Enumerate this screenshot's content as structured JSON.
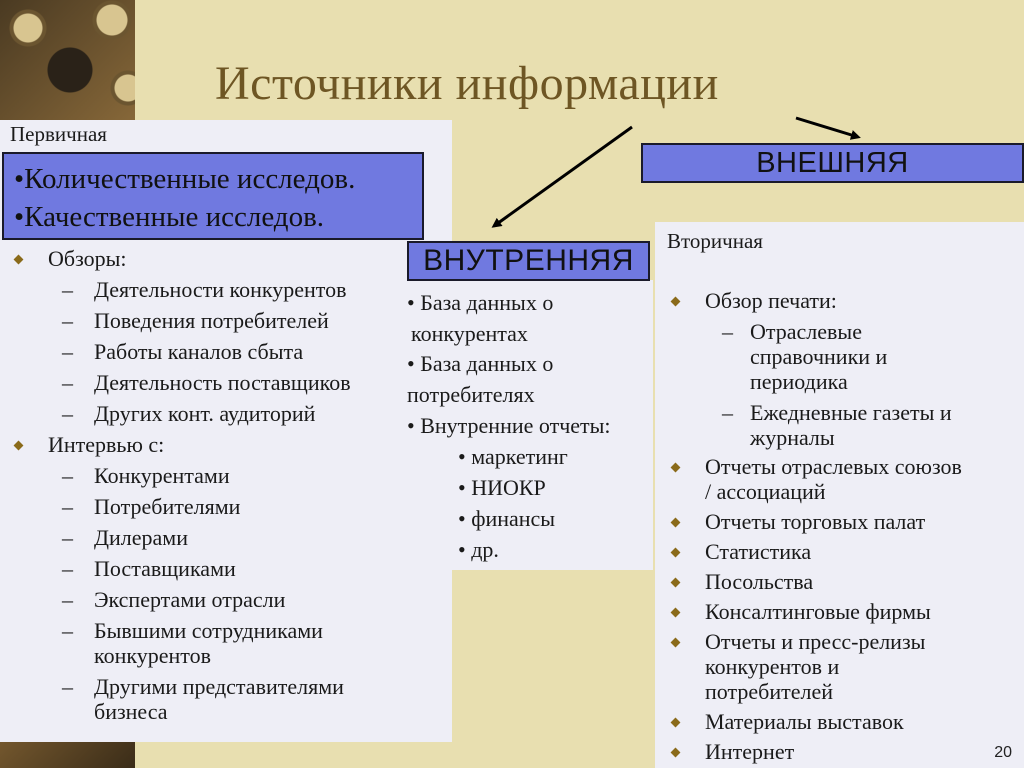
{
  "title": "Источники информации",
  "primary": {
    "label": "Первичная",
    "box_items": [
      "•Количественные исследов.",
      "•Качественные исследов."
    ],
    "groups": [
      {
        "heading": "Обзоры:",
        "items": [
          [
            "Деятельности конкурентов"
          ],
          [
            "Поведения потребителей"
          ],
          [
            "Работы каналов сбыта"
          ],
          [
            "Деятельность поставщиков"
          ],
          [
            "Других конт. аудиторий"
          ]
        ]
      },
      {
        "heading": "Интервью с:",
        "items": [
          [
            "Конкурентами"
          ],
          [
            "Потребителями"
          ],
          [
            "Дилерами"
          ],
          [
            "Поставщиками"
          ],
          [
            "Экспертами отрасли"
          ],
          [
            "Бывшими сотрудниками",
            "конкурентов"
          ],
          [
            "Другими представителями",
            "бизнеса"
          ]
        ]
      }
    ]
  },
  "internal": {
    "label": "ВНУТРЕННЯЯ",
    "lines": [
      "• База данных о",
      "конкурентах",
      "• База данных о",
      "потребителях",
      "• Внутренние отчеты:"
    ],
    "sub_items": [
      "• маркетинг",
      "• НИОКР",
      "• финансы",
      "• др."
    ]
  },
  "external": {
    "label": "ВНЕШНЯЯ",
    "secondary_label": "Вторичная",
    "press_heading": "Обзор печати:",
    "press_items": [
      [
        "Отраслевые",
        "справочники и",
        "периодика"
      ],
      [
        "Ежедневные газеты и",
        "журналы"
      ]
    ],
    "items": [
      [
        "Отчеты отраслевых союзов",
        "/ ассоциаций"
      ],
      [
        "Отчеты торговых палат"
      ],
      [
        "Статистика"
      ],
      [
        "Посольства"
      ],
      [
        "Консалтинговые фирмы"
      ],
      [
        "Отчеты и пресс-релизы",
        "конкурентов и",
        "потребителей"
      ],
      [
        "Материалы выставок"
      ],
      [
        "Интернет"
      ]
    ]
  },
  "page_number": "20"
}
